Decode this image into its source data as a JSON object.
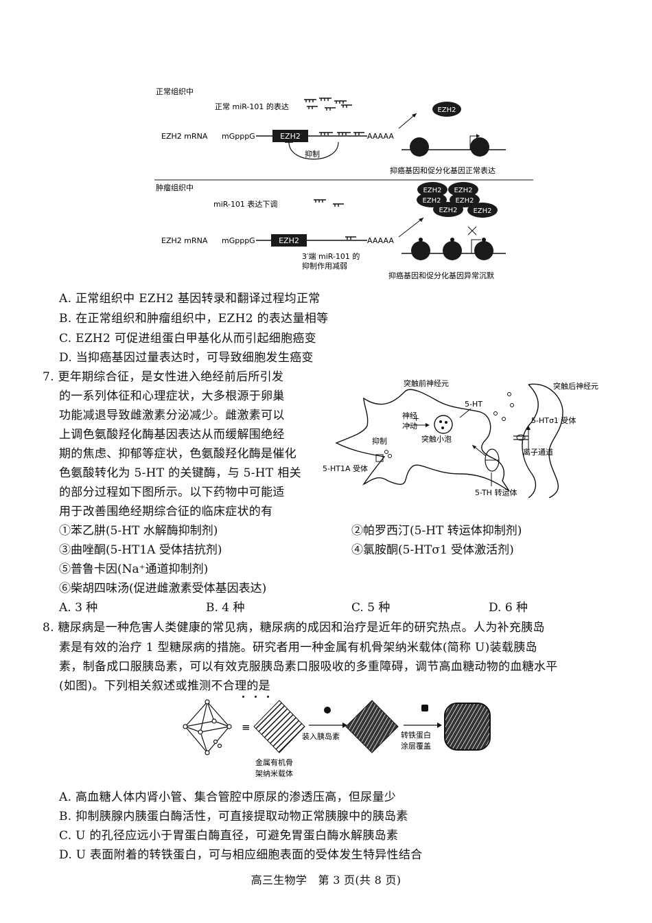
{
  "fig1": {
    "normal_title": "正常组织中",
    "normal_mir": "正常 miR-101 的表达",
    "mrna_label": "EZH2 mRNA",
    "cap": "mGpppG",
    "box": "EZH2",
    "polyA": "AAAAA",
    "inhibit": "抑制",
    "protein": "EZH2",
    "normal_result": "抑癌基因和促分化基因正常表达",
    "tumor_title": "肿瘤组织中",
    "tumor_mir": "miR-101 表达下调",
    "tumor_note1": "3′端 miR-101 的",
    "tumor_note2": "抑制作用减弱",
    "tumor_result": "抑癌基因和促分化基因异常沉默"
  },
  "q6_options": [
    "A. 正常组织中 EZH2 基因转录和翻译过程均正常",
    "B. 在正常组织和肿瘤组织中，EZH2 的表达量相等",
    "C. EZH2 可促进组蛋白甲基化从而引起细胞癌变",
    "D. 当抑癌基因过量表达时，可导致细胞发生癌变"
  ],
  "q7": {
    "lines": [
      "7. 更年期综合征，是女性进入绝经前后所引发",
      "的一系列体征和心理症状，大多根源于卵巢",
      "功能减退导致雌激素分泌减少。雌激素可以",
      "上调色氨酸羟化酶基因表达从而缓解围绝经",
      "期的焦虑、抑郁等症状，色氨酸羟化酶是催化",
      "色氨酸转化为 5-HT 的关键酶，与 5-HT 相关",
      "的部分过程如下图所示。以下药物中可能适",
      "用于改善围绝经期综合征的临床症状的有"
    ],
    "fig": {
      "pre": "突触前神经元",
      "post": "突触后神经元",
      "ht": "5-HT",
      "plus": "+",
      "impulse1": "神经",
      "impulse2": "冲动",
      "suppress": "抑制",
      "vesicle": "突触小泡",
      "receptor": "5-HTσ1 受体",
      "channel": "离子通道",
      "r1a": "5-HT1A 受体",
      "transporter": "5-TH 转运体"
    },
    "drugs": [
      "①苯乙肼(5-HT 水解酶抑制剂)",
      "②帕罗西汀(5-HT 转运体抑制剂)",
      "③曲唑酮(5-HT1A 受体拮抗剂)",
      "④氯胺酮(5-HTσ1 受体激活剂)",
      "⑤普鲁卡因(Na⁺通道抑制剂)",
      "⑥柴胡四味汤(促进雌激素受体基因表达)"
    ],
    "choices": [
      "A. 3 种",
      "B. 4 种",
      "C. 5 种",
      "D. 6 种"
    ]
  },
  "q8": {
    "lines": [
      "8. 糖尿病是一种危害人类健康的常见病，糖尿病的成因和治疗是近年的研究热点。人为补充胰岛",
      "素是有效的治疗 1 型糖尿病的措施。研究者用一种金属有机骨架纳米载体(简称 U)装载胰岛",
      "素，制备成口服胰岛素，可以有效克服胰岛素口服吸收的多重障碍，调节高血糖动物的血糖水平",
      "(如图)。下列相关叙述或推测不合理的是"
    ],
    "fig": {
      "equiv": "≡",
      "load": "装入胰岛素",
      "coat1": "转铁蛋白",
      "coat2": "涂层覆盖",
      "mof1": "金属有机骨",
      "mof2": "架纳米载体"
    },
    "options": [
      "A. 高血糖人体内肾小管、集合管腔中原尿的渗透压高，但尿量少",
      "B. 抑制胰腺内胰蛋白酶活性，可直接提取动物正常胰腺中的胰岛素",
      "C. U 的孔径应远小于胃蛋白酶直径，可避免胃蛋白酶水解胰岛素",
      "D. U 表面附着的转铁蛋白，可与相应细胞表面的受体发生特异性结合"
    ]
  },
  "footer": "高三生物学　第 3 页(共 8 页)"
}
